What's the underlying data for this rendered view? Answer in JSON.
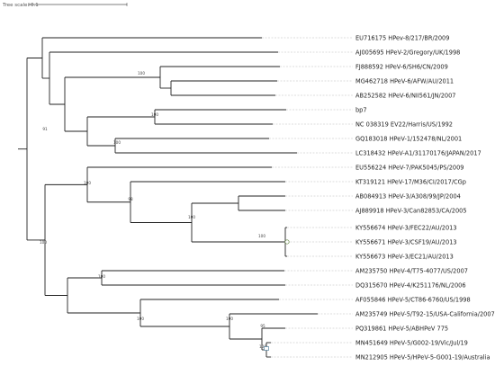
{
  "header": {
    "scale_label": "Tree scale: 0.1"
  },
  "tree": {
    "leaves": [
      {
        "id": "L1",
        "label": "EU716175 HPev-8/217/BR/2009"
      },
      {
        "id": "L2",
        "label": "AJ005695 HPeV-2/Gregory/UK/1998"
      },
      {
        "id": "L3",
        "label": "FJ888592 HPeV-6/SH6/CN/2009"
      },
      {
        "id": "L4",
        "label": "MG462718 HPeV-6/AFW/AU/2011"
      },
      {
        "id": "L5",
        "label": "AB252582 HPeV-6/NII561/JN/2007"
      },
      {
        "id": "L6",
        "label": "bp7"
      },
      {
        "id": "L7",
        "label": "NC 038319 EV22/Harris/US/1992"
      },
      {
        "id": "L8",
        "label": "GQ183018 HPeV-1/152478/NL/2001"
      },
      {
        "id": "L9",
        "label": "LC318432 HPeV-A1/31170176/JAPAN/2017"
      },
      {
        "id": "L10",
        "label": "EU556224 HPeV-7/PAK5045/PS/2009"
      },
      {
        "id": "L11",
        "label": "KT319121 HPeV-17/M36/CI/2017/CGp"
      },
      {
        "id": "L12",
        "label": "AB084913 HPeV-3/A308/99/JP/2004"
      },
      {
        "id": "L13",
        "label": "AJ889918 HPeV-3/Can82853/CA/2005"
      },
      {
        "id": "L14",
        "label": "KY556674 HPeV-3/FEC22/AU/2013"
      },
      {
        "id": "L15",
        "label": "KY556671 HPeV-3/CSF19/AU/2013"
      },
      {
        "id": "L16",
        "label": "KY556673 HPeV-3/EC21/AU/2013"
      },
      {
        "id": "L17",
        "label": "AM235750 HPeV-4/T75-4077/US/2007"
      },
      {
        "id": "L18",
        "label": "DQ315670 HPeV-4/K251176/NL/2006"
      },
      {
        "id": "L19",
        "label": "AF055846 HPeV-5/CT86-6760/US/1998"
      },
      {
        "id": "L20",
        "label": "AM235749 HPeV-5/T92-15/USA-California/2007"
      },
      {
        "id": "L21",
        "label": "PQ319861 HPeV-5/ABHPeV 775"
      },
      {
        "id": "L22",
        "label": "MN451649 HPeV-5/G002-19/Vic/Jul/19"
      },
      {
        "id": "L23",
        "label": "MN212905 HPeV-5/HPeV-5-G001-19/Australia"
      }
    ],
    "support_values": [
      {
        "node": "n_hpev6",
        "value": "100"
      },
      {
        "node": "n_a",
        "value": "91"
      },
      {
        "node": "n_bp7",
        "value": "100"
      },
      {
        "node": "n_hpev1",
        "value": "100"
      },
      {
        "node": "n_b",
        "value": "100"
      },
      {
        "node": "n_c",
        "value": "98"
      },
      {
        "node": "n_hpev3",
        "value": "100"
      },
      {
        "node": "n_au",
        "value": "100"
      },
      {
        "node": "n_root",
        "value": "100"
      },
      {
        "node": "n_hpev4",
        "value": "100"
      },
      {
        "node": "n_hpev5",
        "value": "100"
      },
      {
        "node": "n_hpev5b",
        "value": "100"
      },
      {
        "node": "n_e",
        "value": "95"
      },
      {
        "node": "n_f",
        "value": "100"
      }
    ],
    "colors": {
      "branch": "#222222",
      "guide": "#bdbdbd",
      "label": "#222222"
    }
  }
}
